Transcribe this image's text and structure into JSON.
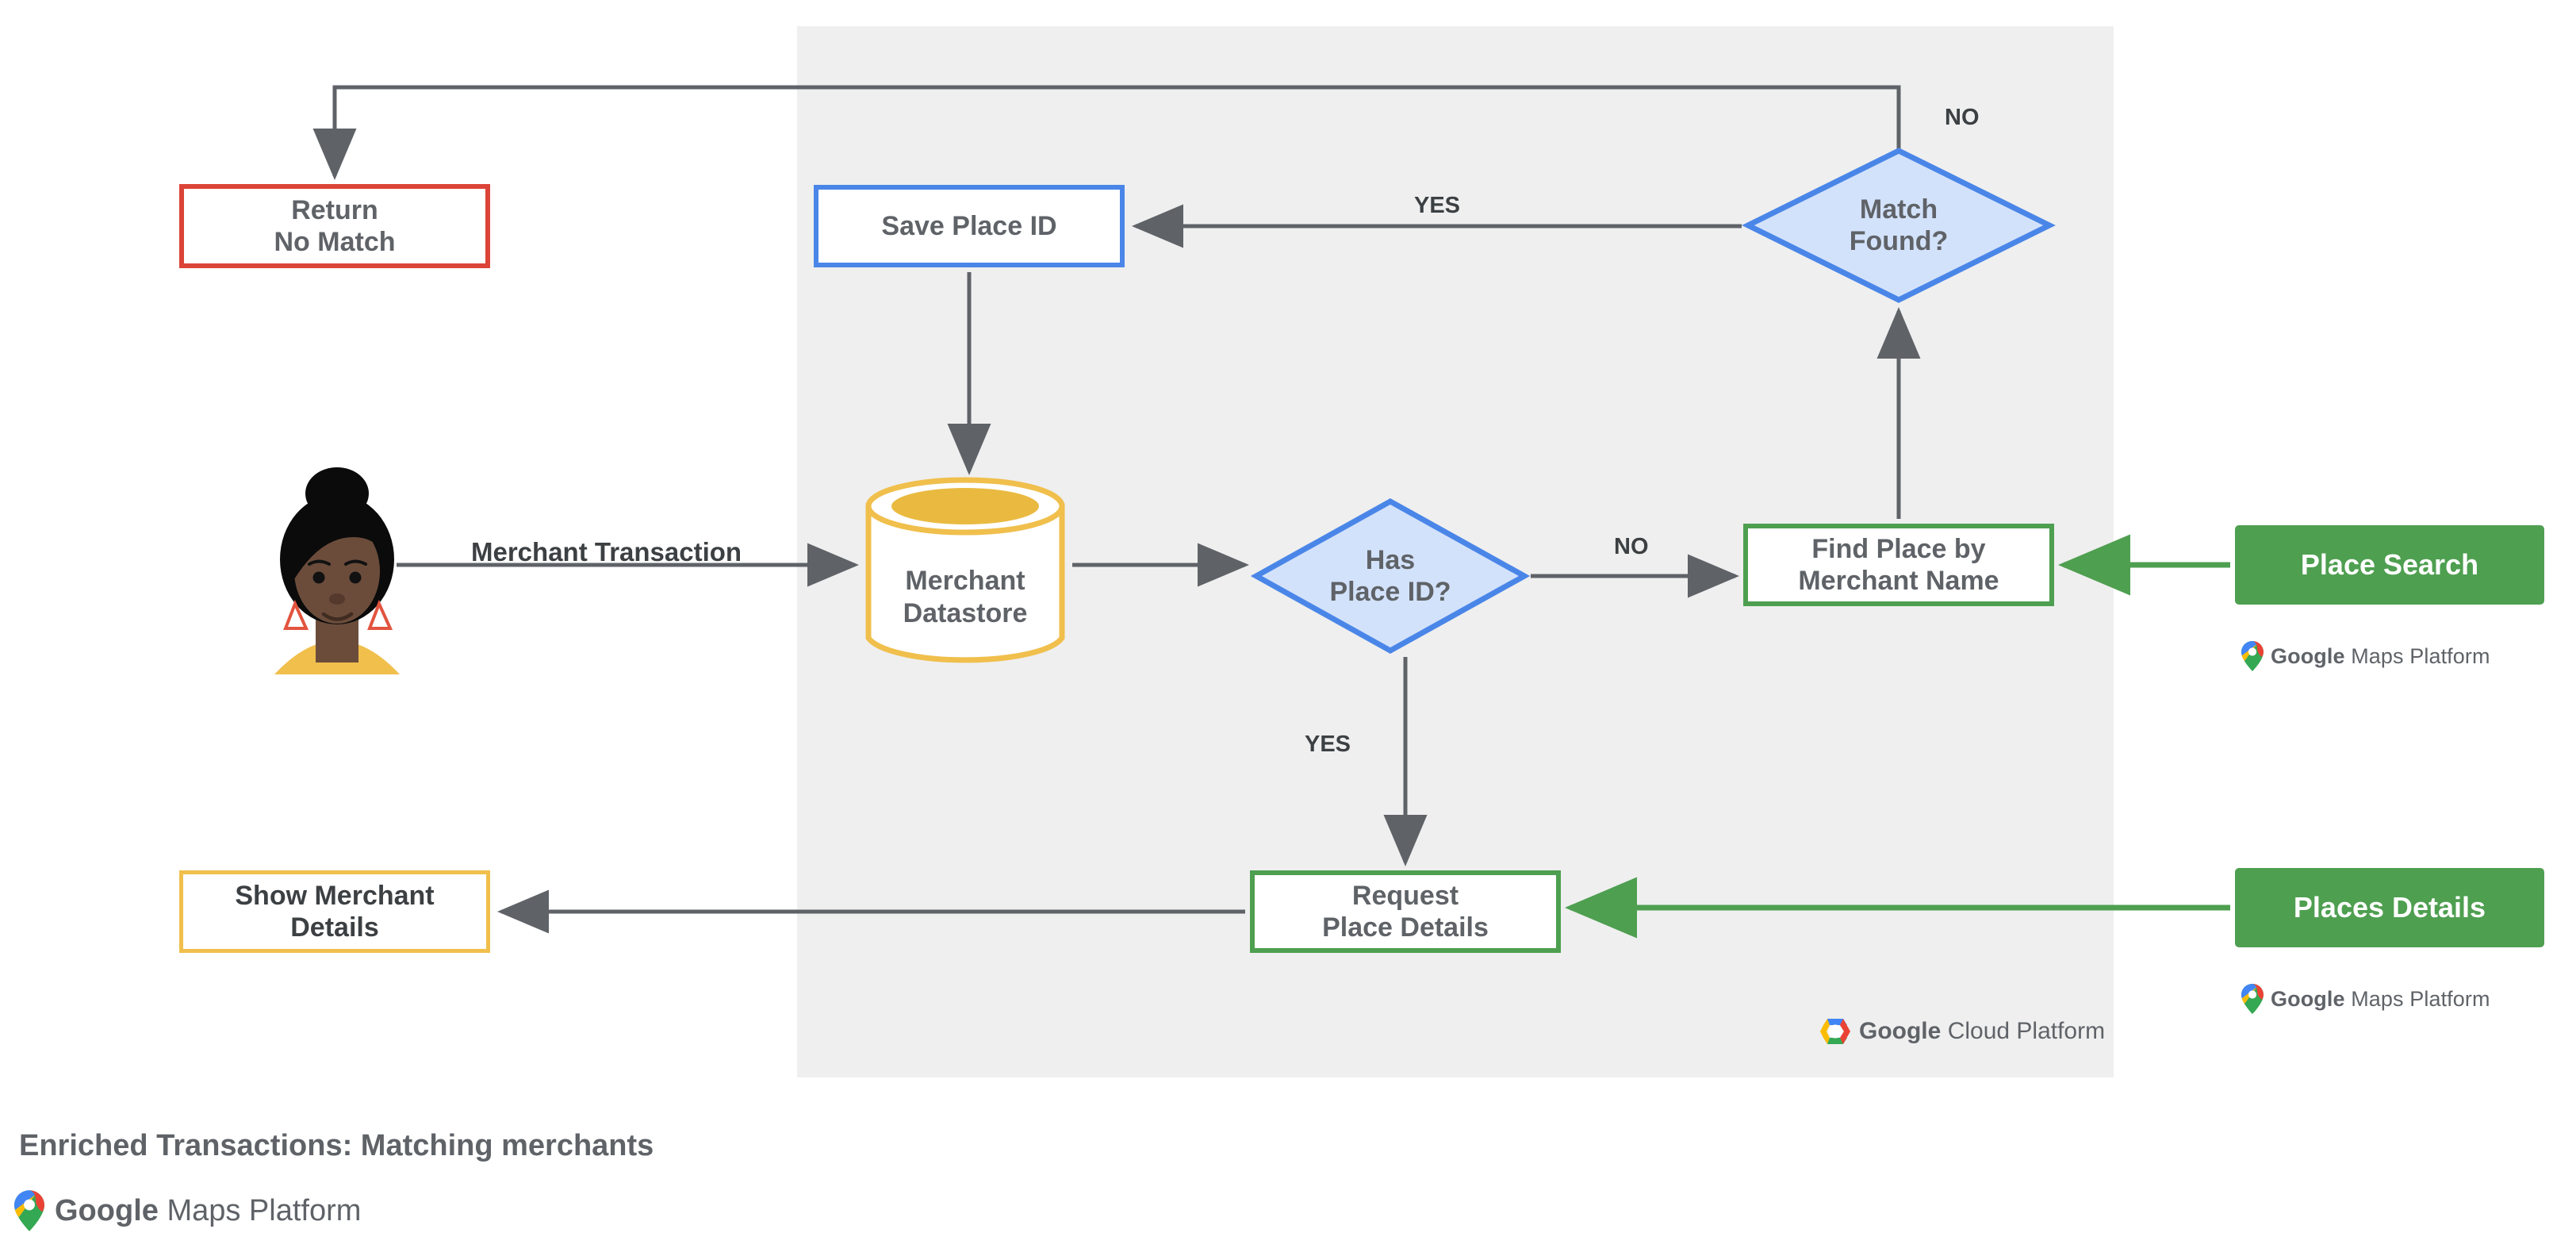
{
  "diagram": {
    "caption": "Enriched Transactions: Matching merchants",
    "panel_label": "Google Cloud Platform",
    "platform_label": "Google Maps Platform"
  },
  "colors": {
    "panel_bg": "#efefef",
    "red": "#db4437",
    "blue": "#4a86e8",
    "blue_fill": "#d3e2fb",
    "green": "#4e9f50",
    "amber": "#f0bf4c",
    "arrow_gray": "#5f6368",
    "text": "#5f6368"
  },
  "nodes": {
    "return_no_match": {
      "label": "Return\nNo Match",
      "shape": "process",
      "color": "red"
    },
    "save_place_id": {
      "label": "Save Place ID",
      "shape": "process",
      "color": "blue"
    },
    "match_found": {
      "label": "Match\nFound?",
      "shape": "decision",
      "color": "blue"
    },
    "merchant_datastore": {
      "label": "Merchant\nDatastore",
      "shape": "datastore",
      "color": "amber"
    },
    "has_place_id": {
      "label": "Has\nPlace ID?",
      "shape": "decision",
      "color": "blue"
    },
    "find_place": {
      "label": "Find Place by\nMerchant Name",
      "shape": "process",
      "color": "green"
    },
    "request_details": {
      "label": "Request\nPlace Details",
      "shape": "process",
      "color": "green"
    },
    "show_merchant": {
      "label": "Show Merchant\nDetails",
      "shape": "process",
      "color": "amber"
    }
  },
  "actor": {
    "name": "merchant-customer-avatar"
  },
  "edge_labels": {
    "merchant_transaction": "Merchant Transaction",
    "yes_match_found": "YES",
    "no_match_found": "NO",
    "no_has_place_id": "NO",
    "yes_has_place_id": "YES"
  },
  "api_chips": [
    {
      "label": "Place Search",
      "sublabel": "Google Maps Platform"
    },
    {
      "label": "Places Details",
      "sublabel": "Google Maps Platform"
    }
  ],
  "logos": {
    "maps_google": "Google",
    "maps_rest": "Maps Platform",
    "cloud_google": "Google",
    "cloud_rest": "Cloud Platform"
  }
}
